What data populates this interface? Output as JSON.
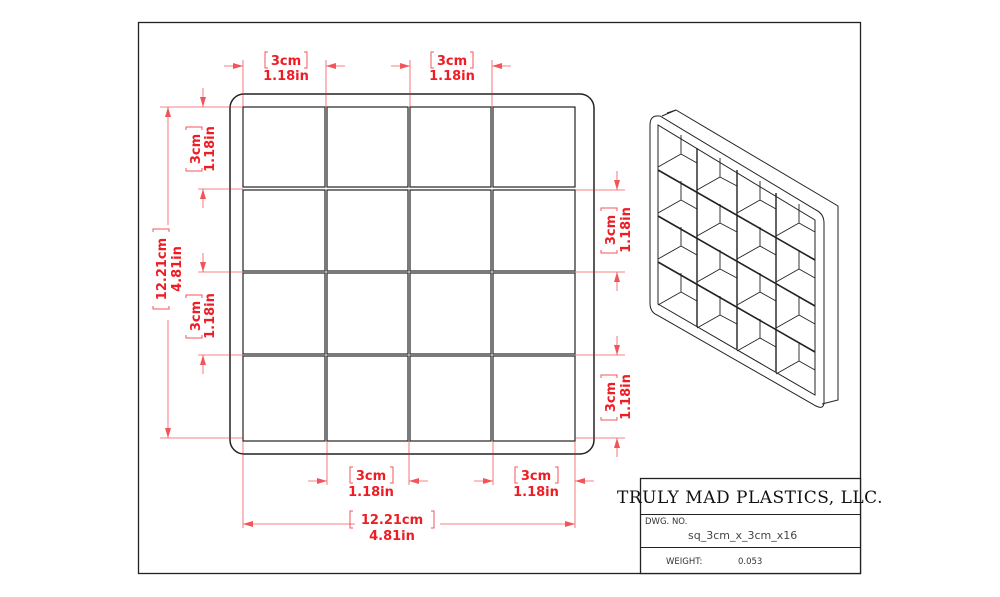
{
  "title_block": {
    "company": "TRULY MAD PLASTICS, LLC.",
    "dwg_no_label": "DWG. NO.",
    "dwg_no_value": "sq_3cm_x_3cm_x16",
    "weight_label": "WEIGHT:",
    "weight_value": "0.053"
  },
  "dimensions": {
    "top_left": {
      "cm": "3cm",
      "in": "1.18in"
    },
    "top_right": {
      "cm": "3cm",
      "in": "1.18in"
    },
    "left_upper": {
      "cm": "3cm",
      "in": "1.18in"
    },
    "left_lower": {
      "cm": "3cm",
      "in": "1.18in"
    },
    "left_overall": {
      "cm": "12.21cm",
      "in": "4.81in"
    },
    "right_upper": {
      "cm": "3cm",
      "in": "1.18in"
    },
    "right_lower": {
      "cm": "3cm",
      "in": "1.18in"
    },
    "bottom_left": {
      "cm": "3cm",
      "in": "1.18in"
    },
    "bottom_right": {
      "cm": "3cm",
      "in": "1.18in"
    },
    "bottom_overall": {
      "cm": "12.21cm",
      "in": "4.81in"
    }
  },
  "views": {
    "front": "front-view-4x4-grid",
    "isometric": "isometric-view"
  },
  "colors": {
    "dimension": "#ee1c24",
    "line": "#222222"
  }
}
